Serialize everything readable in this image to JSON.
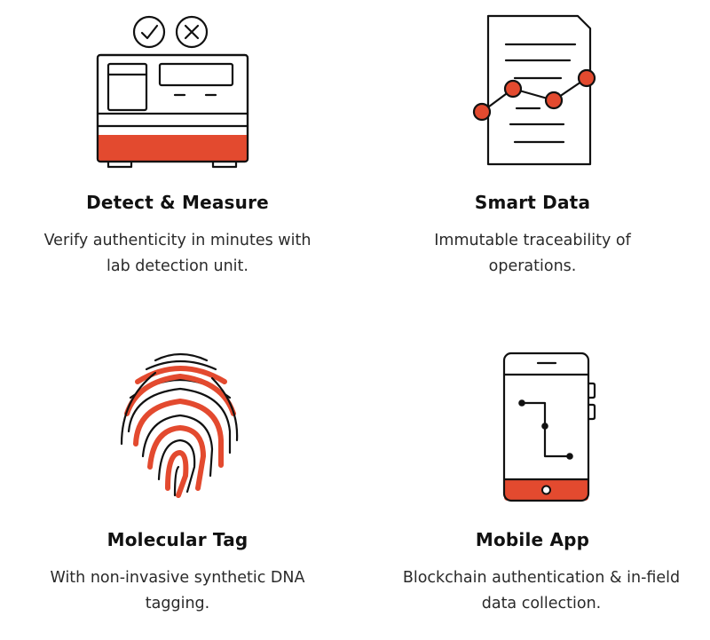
{
  "accent_color": "#e34a2f",
  "features": [
    {
      "icon": "lab-detection-unit-icon",
      "title": "Detect & Measure",
      "description": "Verify authenticity in minutes with lab detection unit."
    },
    {
      "icon": "data-chart-document-icon",
      "title": "Smart Data",
      "description": "Immutable traceability of operations."
    },
    {
      "icon": "fingerprint-icon",
      "title": "Molecular Tag",
      "description": "With non-invasive synthetic DNA tagging."
    },
    {
      "icon": "mobile-phone-icon",
      "title": "Mobile App",
      "description": "Blockchain authentication & in-field data collection."
    }
  ]
}
